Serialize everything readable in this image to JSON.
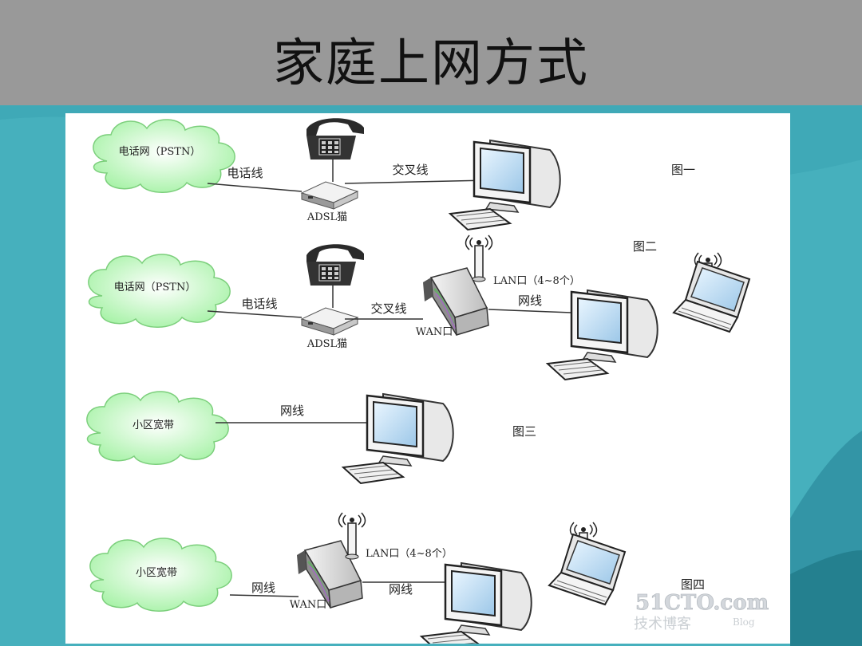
{
  "slide": {
    "title": "家庭上网方式",
    "colors": {
      "title_bar": "#999999",
      "background": "#3fa9b7",
      "panel": "#ffffff",
      "cloud": "#a6f2a6"
    }
  },
  "figure1": {
    "cloud_label": "电话网（PSTN）",
    "line_left": "电话线",
    "line_right": "交叉线",
    "modem_label": "ADSL猫",
    "caption": "图一"
  },
  "figure2": {
    "cloud_label": "电话网（PSTN）",
    "line_left": "电话线",
    "line_mid": "交叉线",
    "modem_label": "ADSL猫",
    "lan_label": "LAN口（4~8个）",
    "wan_label": "WAN口",
    "cable_label": "网线",
    "caption": "图二"
  },
  "figure3": {
    "cloud_label": "小区宽带",
    "cable_label": "网线",
    "caption": "图三"
  },
  "figure4": {
    "cloud_label": "小区宽带",
    "cable_left": "网线",
    "wan_label": "WAN口",
    "lan_label": "LAN口（4~8个）",
    "cable_right": "网线",
    "caption": "图四"
  },
  "watermark": {
    "brand": "51CTO.com",
    "sub": "技术博客",
    "blog": "Blog"
  },
  "icons": [
    "telephone-icon",
    "adsl-modem-icon",
    "desktop-computer-icon",
    "router-icon",
    "laptop-icon",
    "antenna-icon",
    "cloud-icon"
  ]
}
